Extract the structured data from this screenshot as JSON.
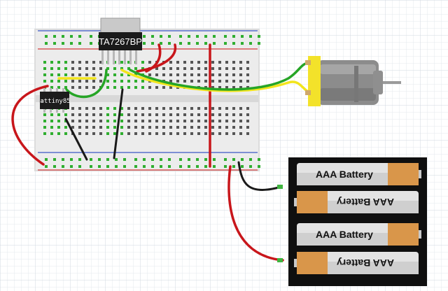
{
  "diagram": {
    "driver_chip": {
      "label": "TA7267BP"
    },
    "microcontroller": {
      "label": "attiny85"
    },
    "battery_pack": {
      "cells": [
        {
          "label": "AAA Battery",
          "flipped": false
        },
        {
          "label": "AAA Battery",
          "flipped": true
        },
        {
          "label": "AAA Battery",
          "flipped": false
        },
        {
          "label": "AAA Battery",
          "flipped": true
        }
      ]
    },
    "motor": {
      "body_color": "#8c8c8c",
      "cap_color": "#f3e22a"
    },
    "colors": {
      "red_wire": "#c8161b",
      "black_wire": "#1a1a1a",
      "green_wire": "#26a526",
      "yellow_wire": "#f2e51c",
      "rail_blue": "#3b57c6",
      "rail_red": "#d33b3b",
      "breadboard": "#e8e8e8",
      "hole_green": "#2fae2f"
    }
  }
}
